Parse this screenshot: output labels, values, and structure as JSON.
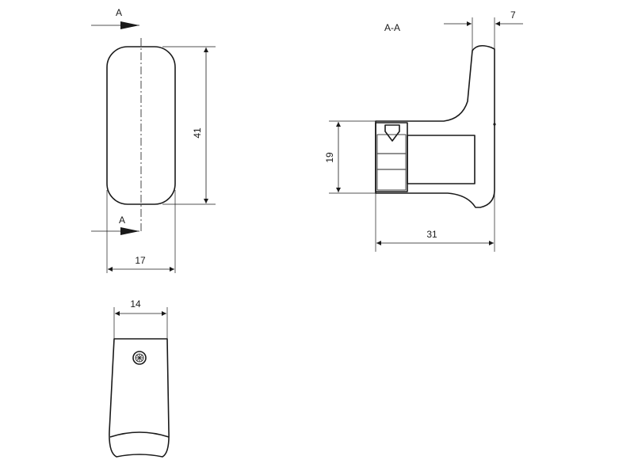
{
  "section_markers": {
    "top": "A",
    "bottom": "A"
  },
  "section_title": "A-A",
  "dimensions": {
    "front_height": "41",
    "front_width": "17",
    "bottom_width": "14",
    "section_flange": "7",
    "section_bore": "19",
    "section_depth": "31"
  }
}
